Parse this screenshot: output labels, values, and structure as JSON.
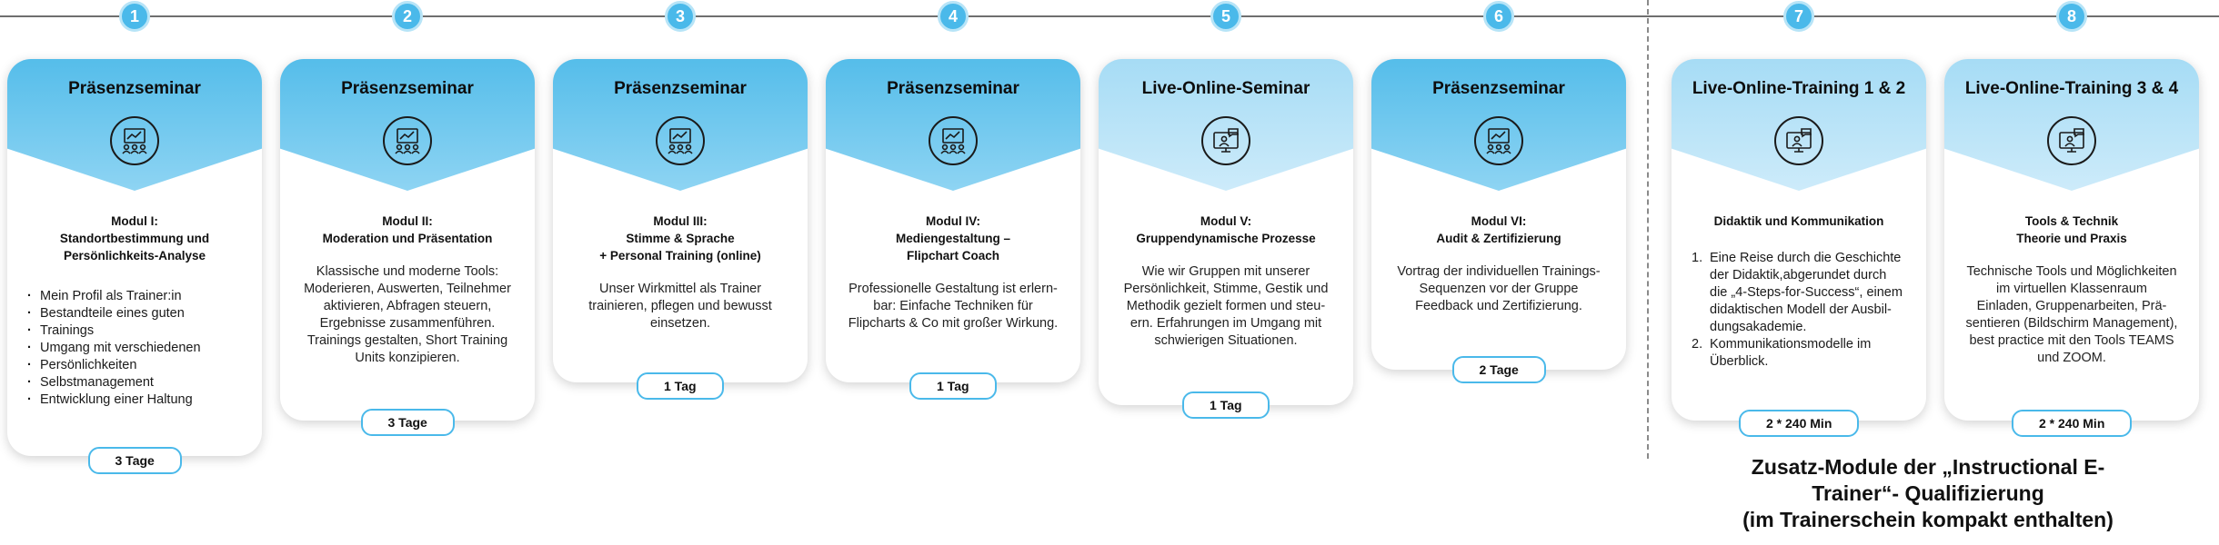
{
  "steps": [
    "1",
    "2",
    "3",
    "4",
    "5",
    "6",
    "7",
    "8"
  ],
  "cards": [
    {
      "header": "Präsenzseminar",
      "icon": "classroom-presentation-icon",
      "module": [
        "Modul I:",
        "Standortbestimmung und",
        "Persönlichkeits-Analyse"
      ],
      "bullets": [
        "Mein Profil als Trainer:in",
        "Bestandteile eines guten",
        "Trainings",
        "Umgang mit verschiedenen",
        "Persönlichkeiten",
        "Selbstmanagement",
        "Entwicklung einer Haltung"
      ],
      "duration": "3 Tage"
    },
    {
      "header": "Präsenzseminar",
      "icon": "classroom-presentation-icon",
      "module": [
        "Modul II:",
        "Moderation und Präsentation"
      ],
      "description": [
        "Klassische und moderne Tools:",
        "Moderieren, Auswerten, Teilnehmer",
        "aktivieren, Abfragen steuern,",
        "Ergebnisse zusammenführen.",
        "Trainings gestalten, Short Training",
        "Units konzipieren."
      ],
      "duration": "3 Tage"
    },
    {
      "header": "Präsenzseminar",
      "icon": "classroom-presentation-icon",
      "module": [
        "Modul III:",
        "Stimme & Sprache",
        "+ Personal Training (online)"
      ],
      "description": [
        "Unser Wirkmittel als Trainer",
        "trainieren, pflegen und bewusst",
        "einsetzen."
      ],
      "duration": "1 Tag"
    },
    {
      "header": "Präsenzseminar",
      "icon": "classroom-presentation-icon",
      "module": [
        "Modul IV:",
        "Mediengestaltung –",
        "Flipchart Coach"
      ],
      "description": [
        "Professionelle Gestaltung ist erlern-",
        "bar: Einfache Techniken für",
        "Flipcharts & Co mit großer Wirkung."
      ],
      "duration": "1 Tag"
    },
    {
      "header": "Live-Online-Seminar",
      "icon": "online-meeting-icon",
      "module": [
        "Modul V:",
        "Gruppendynamische Prozesse"
      ],
      "description": [
        "Wie wir Gruppen mit unserer",
        "Persönlichkeit, Stimme, Gestik und",
        "Methodik gezielt formen und steu-",
        "ern. Erfahrungen im Umgang mit",
        "schwierigen Situationen."
      ],
      "duration": "1 Tag"
    },
    {
      "header": "Präsenzseminar",
      "icon": "classroom-presentation-icon",
      "module": [
        "Modul VI:",
        "Audit & Zertifizierung"
      ],
      "description": [
        "Vortrag der individuellen Trainings-",
        "Sequenzen vor der Gruppe",
        "Feedback und Zertifizierung."
      ],
      "duration": "2 Tage"
    },
    {
      "header": "Live-Online-Training 1 & 2",
      "icon": "online-meeting-icon",
      "module": [
        "Didaktik und Kommunikation"
      ],
      "numbered": [
        {
          "num": "1.",
          "lines": [
            "Eine Reise durch die Geschichte",
            "der Didaktik,abgerundet durch",
            "die „4-Steps-for-Success“, einem",
            "didaktischen Modell der Ausbil-",
            "dungsakademie."
          ]
        },
        {
          "num": "2.",
          "lines": [
            "Kommunikationsmodelle im",
            "Überblick."
          ]
        }
      ],
      "duration": "2 * 240 Min"
    },
    {
      "header": "Live-Online-Training 3 & 4",
      "icon": "online-meeting-icon",
      "module": [
        "Tools & Technik",
        "Theorie und Praxis"
      ],
      "description": [
        "Technische Tools und Möglichkeiten",
        "im virtuellen Klassenraum",
        "Einladen, Gruppenarbeiten, Prä-",
        "sentieren (Bildschirm Management),",
        "best practice mit den Tools TEAMS",
        "und ZOOM."
      ],
      "duration": "2 * 240 Min"
    }
  ],
  "footer": [
    "Zusatz-Module der „Instructional E-",
    "Trainer“- Qualifizierung",
    "(im Trainerschein kompakt enthalten)"
  ],
  "colors": {
    "accent": "#4ab9ea",
    "header_dark": "#55bdea",
    "header_light": "#a6dcf5"
  }
}
